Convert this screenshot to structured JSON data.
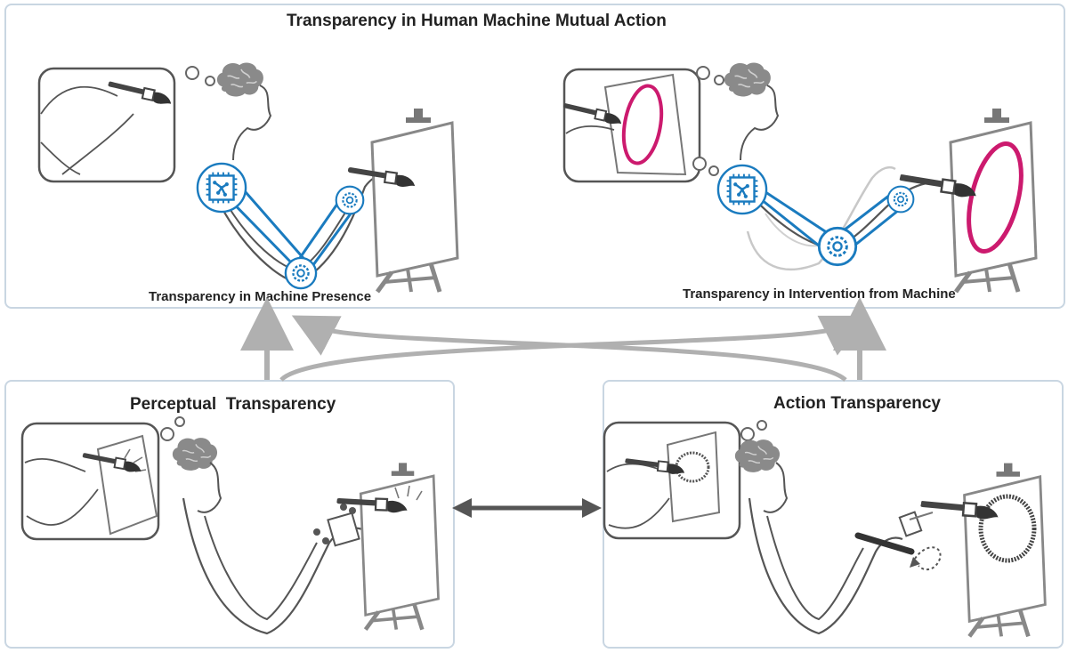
{
  "top_panel": {
    "title": "Transparency in Human Machine Mutual Action",
    "left_caption": "Transparency in Machine Presence",
    "right_caption": "Transparency in Intervention from Machine"
  },
  "bottom_left_panel": {
    "title": "Perceptual  Transparency"
  },
  "bottom_right_panel": {
    "title": "Action Transparency"
  },
  "colors": {
    "panel_border": "#c9d6e2",
    "sketch_line": "#555555",
    "machine_blue": "#1a7bbf",
    "paint_magenta": "#cc1a6e",
    "arrow_gray": "#b0b0b0",
    "arrow_dark": "#555555"
  },
  "icons": [
    "brain-icon",
    "chip-icon",
    "gear-icon",
    "paintbrush-icon",
    "easel-icon",
    "thought-bubble-icon"
  ]
}
